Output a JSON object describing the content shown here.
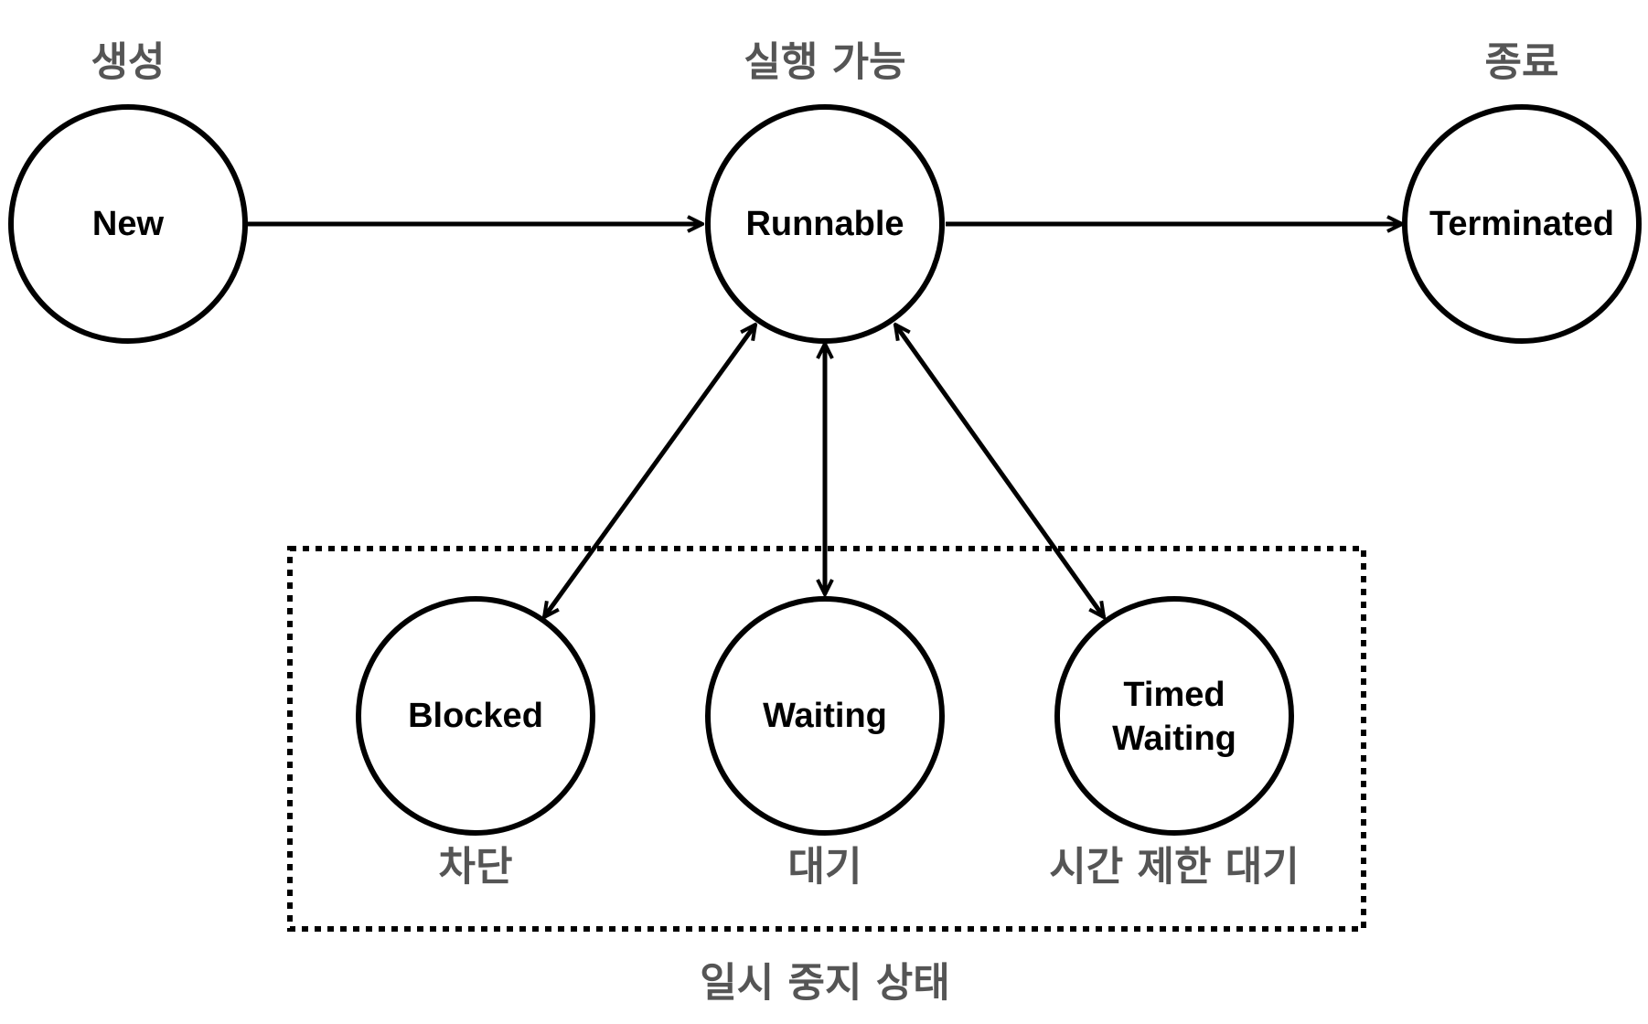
{
  "states": {
    "new": {
      "label": "New",
      "caption": "생성"
    },
    "runnable": {
      "label": "Runnable",
      "caption": "실행 가능"
    },
    "terminated": {
      "label": "Terminated",
      "caption": "종료"
    },
    "blocked": {
      "label": "Blocked",
      "caption": "차단"
    },
    "waiting": {
      "label": "Waiting",
      "caption": "대기"
    },
    "timed_waiting": {
      "label_line1": "Timed",
      "label_line2": "Waiting",
      "caption": "시간 제한 대기"
    }
  },
  "group": {
    "caption": "일시 중지 상태"
  },
  "edges": [
    {
      "from": "New",
      "to": "Runnable",
      "direction": "one-way"
    },
    {
      "from": "Runnable",
      "to": "Terminated",
      "direction": "one-way"
    },
    {
      "from": "Runnable",
      "to": "Blocked",
      "direction": "two-way"
    },
    {
      "from": "Runnable",
      "to": "Waiting",
      "direction": "two-way"
    },
    {
      "from": "Runnable",
      "to": "Timed Waiting",
      "direction": "two-way"
    }
  ],
  "colors": {
    "line": "#000000",
    "caption_text": "#555555",
    "background": "#ffffff"
  }
}
